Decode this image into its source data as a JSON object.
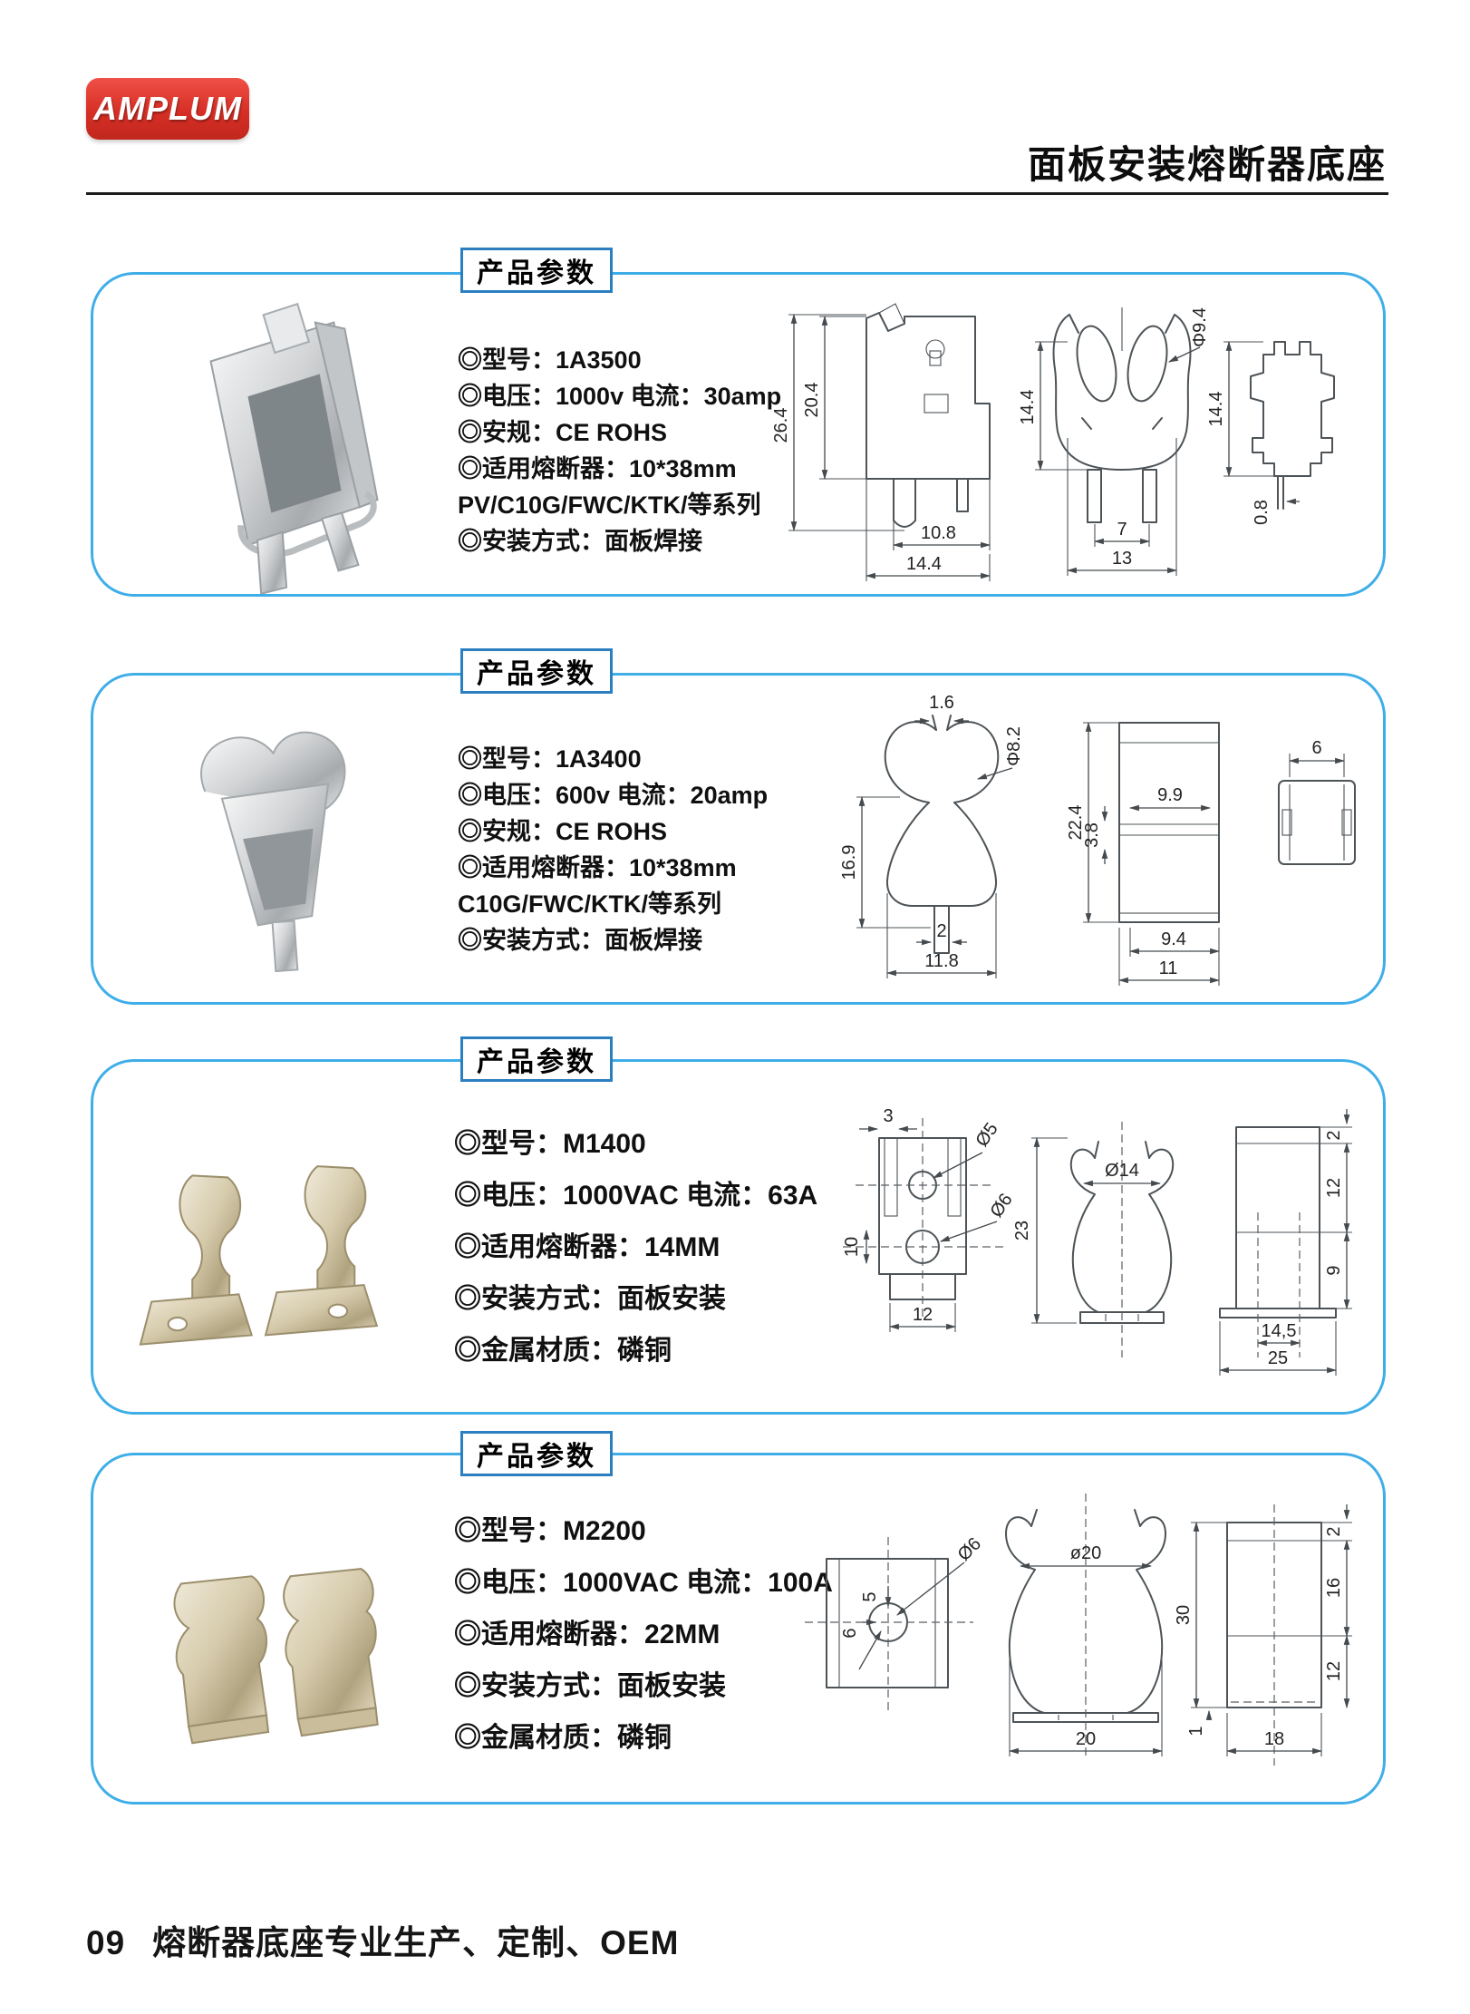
{
  "header": {
    "logo": "AMPLUM",
    "title": "面板安装熔断器底座"
  },
  "products": [
    {
      "section_title": "产品参数",
      "model": "1A3500",
      "specs": [
        "◎型号：1A3500",
        "◎电压：1000v 电流：30amp",
        "◎安规：CE ROHS",
        "◎适用熔断器：10*38mm",
        "PV/C10G/FWC/KTK/等系列",
        "◎安装方式：面板焊接"
      ],
      "dims": {
        "d1": "26.4",
        "d2": "20.4",
        "d3": "10.8",
        "d4": "14.4",
        "d5": "Φ9.4",
        "d6": "14.4",
        "d7": "7",
        "d8": "13",
        "d9": "14.4",
        "d10": "0.8"
      }
    },
    {
      "section_title": "产品参数",
      "model": "1A3400",
      "specs": [
        "◎型号：1A3400",
        "◎电压：600v 电流：20amp",
        "◎安规：CE ROHS",
        "◎适用熔断器：10*38mm",
        "C10G/FWC/KTK/等系列",
        "◎安装方式：面板焊接"
      ],
      "dims": {
        "d1": "1.6",
        "d2": "Φ8.2",
        "d3": "16.9",
        "d4": "2",
        "d5": "11.8",
        "d6": "22.4",
        "d7": "9.9",
        "d8": "3.8",
        "d9": "9.4",
        "d10": "11",
        "d11": "6"
      }
    },
    {
      "section_title": "产品参数",
      "model": "M1400",
      "specs": [
        "◎型号：M1400",
        "◎电压：1000VAC 电流：63A",
        "◎适用熔断器：14MM",
        "◎安装方式：面板安装",
        "◎金属材质：磷铜"
      ],
      "dims": {
        "d1": "3",
        "d2": "Ø5",
        "d3": "Ø6",
        "d4": "10",
        "d5": "12",
        "d6": "23",
        "d7": "Ø14",
        "d8": "2",
        "d9": "12",
        "d10": "9",
        "d11": "14,5",
        "d12": "25"
      }
    },
    {
      "section_title": "产品参数",
      "model": "M2200",
      "specs": [
        "◎型号：M2200",
        "◎电压：1000VAC 电流：100A",
        "◎适用熔断器：22MM",
        "◎安装方式：面板安装",
        "◎金属材质：磷铜"
      ],
      "dims": {
        "d1": "Ø6",
        "d2": "5",
        "d3": "6",
        "d4": "ø20",
        "d5": "20",
        "d6": "30",
        "d7": "2",
        "d8": "16",
        "d9": "12",
        "d10": "1",
        "d11": "18"
      }
    }
  ],
  "footer": {
    "page_number": "09",
    "text": "熔断器底座专业生产、定制、OEM"
  },
  "colors": {
    "panel_border": "#3faee8",
    "title_border": "#2b7fc0",
    "logo_red": "#d72f25"
  }
}
